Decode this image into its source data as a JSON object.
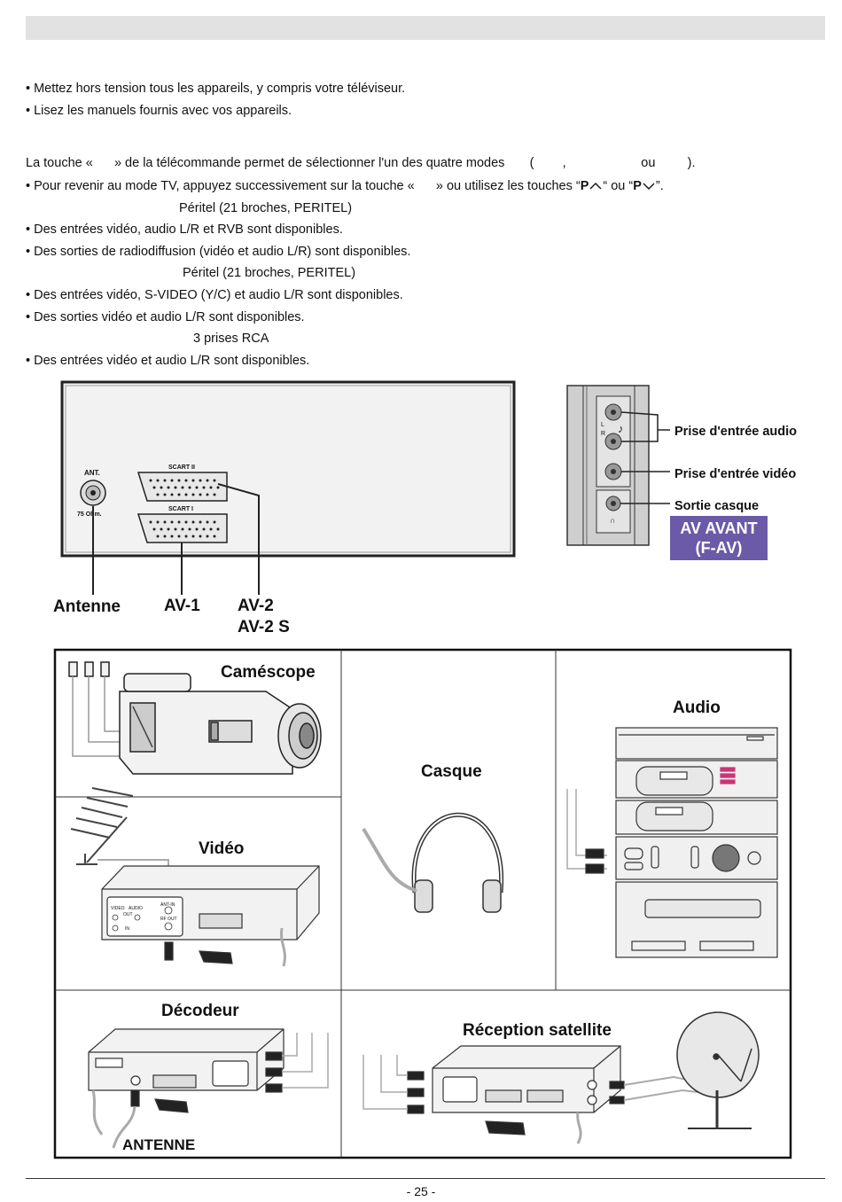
{
  "intro": {
    "bullets": [
      "• Mettez hors tension tous les appareils, y compris votre téléviseur.",
      "• Lisez les manuels fournis avec vos appareils."
    ]
  },
  "modes": {
    "line1": "La touche «      » de la télécommande permet de sélectionner l'un des quatre modes       (        ,                     ou         ).",
    "line2_prefix": "• Pour revenir au mode TV, appuyez successivement sur la touche «      » ou utilisez les touches “",
    "p_key": "P",
    "line2_mid": "“ ou “",
    "line2_suffix": "”."
  },
  "av1": {
    "connector": "Péritel (21 broches, PERITEL)",
    "bullets": [
      "• Des entrées vidéo, audio L/R et RVB sont disponibles.",
      "• Des sorties de radiodiffusion (vidéo et audio L/R) sont disponibles."
    ]
  },
  "av2": {
    "connector": "Péritel (21 broches, PERITEL)",
    "bullets": [
      "• Des entrées vidéo, S-VIDEO (Y/C) et audio L/R sont disponibles.",
      "• Des sorties vidéo et audio L/R sont disponibles."
    ]
  },
  "fav": {
    "connector": "3 prises RCA",
    "bullets": [
      "• Des entrées vidéo et audio L/R sont disponibles."
    ]
  },
  "rear_panel": {
    "ant_label": "ANT.",
    "ohm_label": "75 Ohm.",
    "scart2_label": "SCART II",
    "scart1_label": "SCART I",
    "labels": {
      "antenne": "Antenne",
      "av1": "AV-1",
      "av2": "AV-2",
      "av2s": "AV-2 S"
    }
  },
  "side_panel": {
    "audio_in": "Prise d'entrée audio",
    "video_in": "Prise d'entrée vidéo",
    "headphone": "Sortie casque",
    "badge_line1": "AV AVANT",
    "badge_line2": "(F-AV)",
    "jack_l": "L",
    "jack_r": "R"
  },
  "devices": {
    "camescope": "Caméscope",
    "casque": "Casque",
    "audio": "Audio",
    "video": "Vidéo",
    "decodeur": "Décodeur",
    "satellite": "Réception satellite",
    "antenne": "ANTENNE",
    "vcr_labels": [
      "VIDEO",
      "AUDIO",
      "OUT",
      "IN",
      "ANT-IN",
      "RF OUT"
    ]
  },
  "footer": {
    "page": "- 25 -"
  },
  "colors": {
    "badge_bg": "#6a5aa8",
    "header_bar": "#e2e2e2",
    "audio_accent": "#cc3377"
  }
}
